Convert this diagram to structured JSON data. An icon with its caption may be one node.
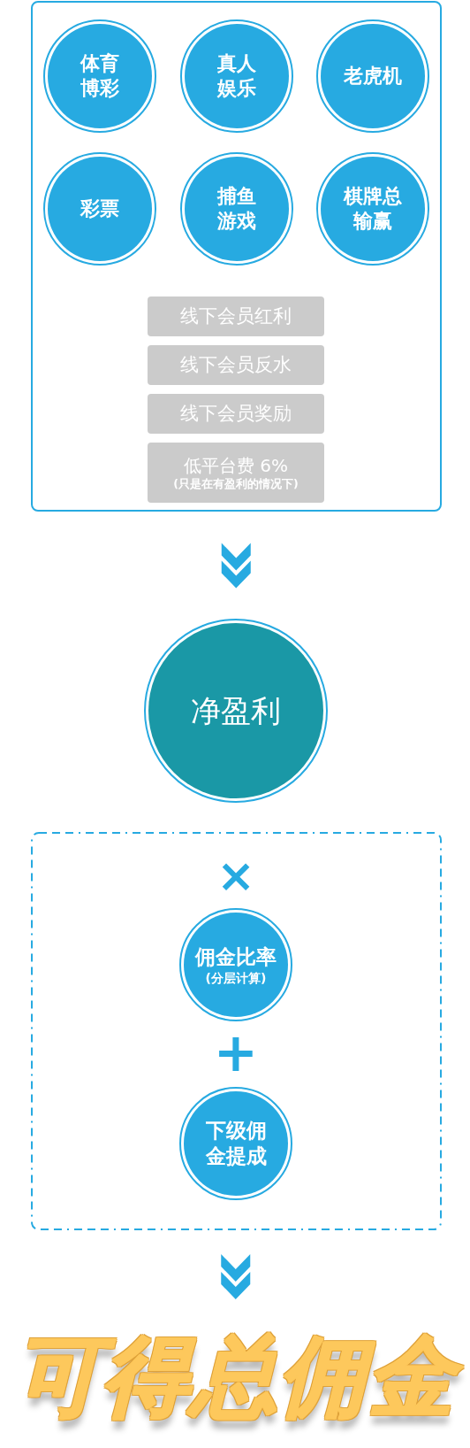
{
  "diagram": {
    "nodes": [
      {
        "text": [],
        "shape": "box"
      },
      {
        "text": [
          "体育博彩"
        ],
        "in": 0
      },
      {
        "text": [
          "真人娱乐"
        ],
        "in": 0
      },
      {
        "text": [
          "老虎机"
        ],
        "in": 0
      },
      {
        "text": [
          "彩票"
        ],
        "in": 0
      },
      {
        "text": [
          "捕鱼游戏"
        ],
        "in": 0
      },
      {
        "text": [
          "棋牌总输赢"
        ],
        "in": 0
      },
      {
        "text": [
          "线下会员红利"
        ],
        "in": 0
      },
      {
        "text": [
          "线下会员反水"
        ],
        "in": 0
      },
      {
        "text": [
          "线下会员奖励"
        ],
        "in": 0
      },
      {
        "text": [
          "低平台费 6%",
          "(只是在有盈利的情况下)"
        ],
        "in": 0
      },
      {
        "text": [
          "净盈利"
        ]
      },
      {
        "text": [],
        "shape": "box"
      },
      {
        "text": [
          "佣金比率",
          "(分层计算)"
        ],
        "in": 12
      },
      {
        "text": [
          "下级佣金提成"
        ],
        "in": 12
      },
      {
        "text": [
          "可得总佣金"
        ]
      }
    ],
    "edges": [
      {
        "from": 0,
        "to": 11,
        "arrow": "to"
      },
      {
        "from": 12,
        "to": 15,
        "arrow": "to"
      }
    ],
    "labels": [
      "×",
      "+"
    ]
  }
}
